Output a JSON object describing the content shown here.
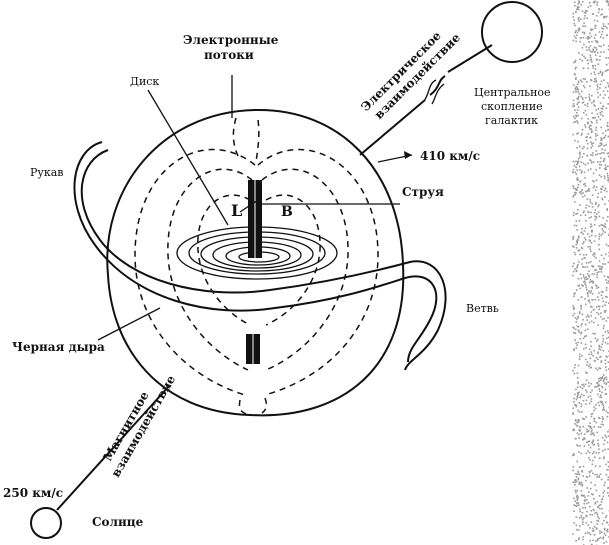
{
  "labels": {
    "electron_flows_1": "Электронные",
    "electron_flows_2": "потоки",
    "disk": "Диск",
    "sleeve": "Рукав",
    "jet": "Струя",
    "branch": "Ветвь",
    "black_hole": "Черная дыра",
    "letter_l": "L",
    "letter_b": "B",
    "speed_410": "410 км/с",
    "speed_250": "250 км/с",
    "sun": "Солнце",
    "center_1": "Центральное",
    "center_2": "скопление",
    "center_3": "галактик",
    "electric_1": "Электрическое",
    "electric_2": "взаимодействие",
    "magnetic_1": "Магнитное",
    "magnetic_2": "взаимодействие"
  },
  "colors": {
    "ink": "#111111",
    "paper": "#ffffff",
    "edge_noise": "#9a9a9a"
  }
}
